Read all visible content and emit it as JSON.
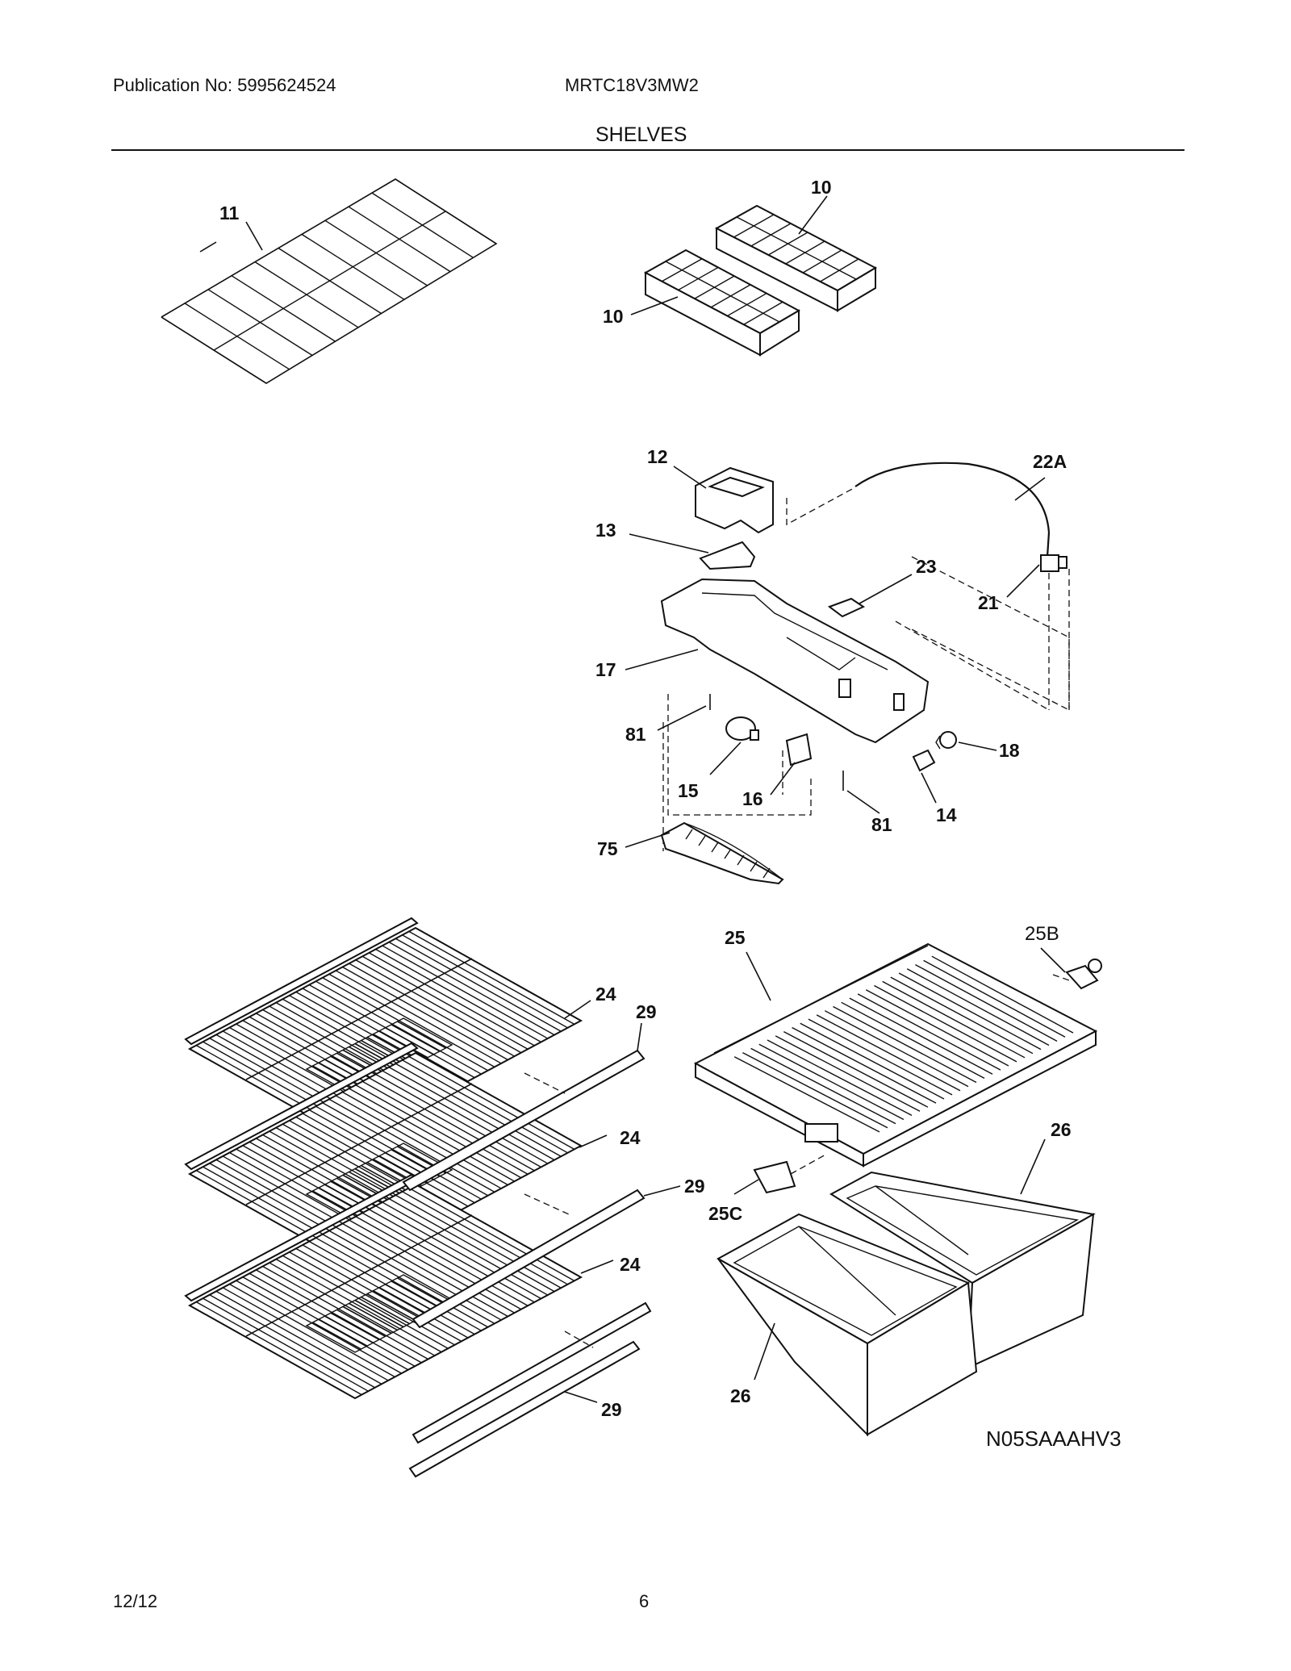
{
  "header": {
    "publication": "Publication No: 5995624524",
    "model": "MRTC18V3MW2",
    "section": "SHELVES"
  },
  "footer": {
    "date": "12/12",
    "page": "6"
  },
  "diagram_code": "N05SAAAHV3",
  "callouts": {
    "c11": "11",
    "c10a": "10",
    "c10b": "10",
    "c12": "12",
    "c22a": "22A",
    "c13": "13",
    "c23": "23",
    "c21": "21",
    "c17": "17",
    "c81a": "81",
    "c18": "18",
    "c15": "15",
    "c16": "16",
    "c81b": "81",
    "c14": "14",
    "c75": "75",
    "c25": "25",
    "c25b": "25B",
    "c24a": "24",
    "c29a": "29",
    "c24b": "24",
    "c29b": "29",
    "c25c": "25C",
    "c26a": "26",
    "c24c": "24",
    "c26b": "26",
    "c29c": "29"
  }
}
